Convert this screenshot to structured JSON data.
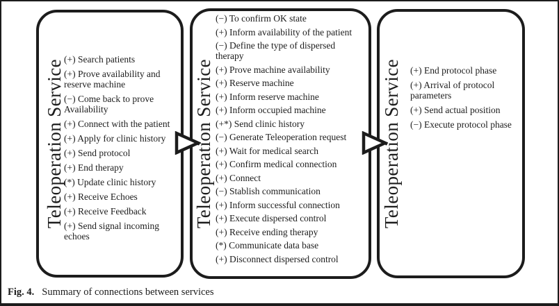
{
  "figure": {
    "caption_label": "Fig. 4.",
    "caption_text": "Summary of connections between services"
  },
  "colors": {
    "ink": "#1c1c1c",
    "background": "#ffffff"
  },
  "icons": [
    {
      "name": "flow-arrow-icon",
      "shape": "hollow right-pointing triangle",
      "count": 2
    }
  ],
  "boxes": [
    {
      "title": "Teleoperation Service",
      "items": [
        "(+) Search patients",
        "(+) Prove availability and\nreserve machine",
        "(−) Come back to prove\nAvailability",
        "(+) Connect with the patient",
        "(+) Apply for clinic history",
        "(+) Send protocol",
        "(+) End therapy",
        "(*) Update clinic history",
        "(+) Receive Echoes",
        "(+) Receive Feedback",
        "(+) Send signal incoming\nechoes"
      ]
    },
    {
      "title": "Teleoperation Service",
      "items": [
        "(−) To confirm OK state",
        "(+) Inform availability of the patient",
        "(−) Define the type of dispersed\ntherapy",
        "(+) Prove machine availability",
        "(+) Reserve machine",
        "(+) Inform reserve machine",
        "(+) Inform occupied machine",
        "(+*) Send clinic history",
        "(−) Generate Teleoperation request",
        "(+) Wait for medical search",
        "(+) Confirm medical connection",
        "(+) Connect",
        "(−) Stablish communication",
        "(+) Inform successful connection",
        "(+) Execute dispersed control",
        "(+) Receive ending therapy",
        "(*) Communicate data base",
        "(+) Disconnect dispersed control"
      ]
    },
    {
      "title": "Teleoperation Service",
      "items": [
        "(+) End protocol phase",
        "(+) Arrival of protocol\nparameters",
        "(+) Send actual position",
        "(−) Execute protocol phase"
      ]
    }
  ]
}
